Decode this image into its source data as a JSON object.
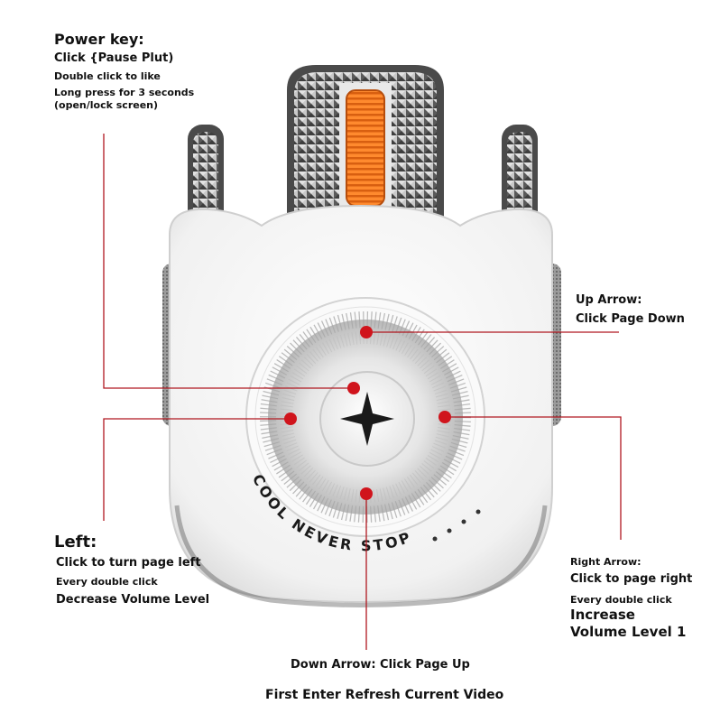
{
  "annotations": {
    "power_key": {
      "title": "Power key:",
      "line1": "Click {Pause Plut)",
      "line2": "Double click to like",
      "line3": "Long press for 3 seconds",
      "line4": "(open/lock screen)"
    },
    "up_arrow": {
      "title": "Up Arrow:",
      "line1": "Click Page Down"
    },
    "left": {
      "title": "Left:",
      "line1": "Click to turn page left",
      "line2": "Every double click",
      "line3": "Decrease Volume Level"
    },
    "right_arrow": {
      "title": "Right Arrow:",
      "line1": "Click to page right",
      "line2": "Every double click",
      "line3": "Increase",
      "line4": "Volume Level 1"
    },
    "down_arrow": {
      "line1": "Down Arrow: Click Page Up"
    },
    "footer": "First Enter Refresh Current Video"
  },
  "device": {
    "slogan": "COOL NEVER STOPS",
    "colors": {
      "body": "#f4f4f4",
      "wheel_accent": "#f07826",
      "metal": "#9a9a9a",
      "dot": "#d0141c",
      "leader": "#b01820"
    }
  }
}
